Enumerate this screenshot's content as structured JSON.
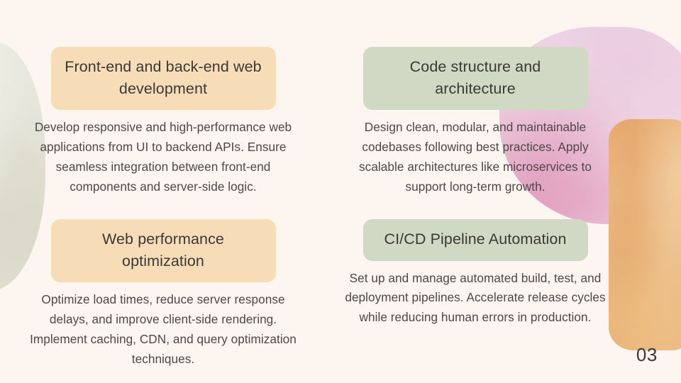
{
  "slide": {
    "page_number": "03",
    "background_color": "#fdf6f0",
    "title_text_color": "#3b3936",
    "body_text_color": "#4b4845"
  },
  "decorations": [
    {
      "name": "leaf-shape-left",
      "color": "#dfe0d2",
      "position": "left-edge-middle"
    },
    {
      "name": "pink-wash-right",
      "color": "#ecc9e0",
      "position": "right-edge-top"
    },
    {
      "name": "orange-bar-right",
      "color": "#eab87d",
      "position": "right-edge-bottom"
    }
  ],
  "cards": [
    {
      "id": "front-end-back-end-web-development",
      "accent": "orange",
      "accent_color": "#f7dcb8",
      "title": "Front-end and back-end web development",
      "body": "Develop responsive and high-performance web applications from UI to backend APIs. Ensure seamless integration between front-end components and server-side logic."
    },
    {
      "id": "code-structure-and-architecture",
      "accent": "green",
      "accent_color": "#cfd9c4",
      "title": "Code structure and architecture",
      "body": "Design clean, modular, and maintainable codebases following best practices. Apply scalable architectures like microservices to support long-term growth."
    },
    {
      "id": "web-performance-optimization",
      "accent": "orange",
      "accent_color": "#f7dcb8",
      "title": "Web performance optimization",
      "body": "Optimize load times, reduce server response delays, and improve client-side rendering. Implement caching, CDN, and query optimization techniques."
    },
    {
      "id": "ci-cd-pipeline-automation",
      "accent": "green",
      "accent_color": "#cfd9c4",
      "title": "CI/CD Pipeline Automation",
      "body": "Set up and manage automated build, test, and deployment pipelines. Accelerate release cycles while reducing human errors in production."
    }
  ]
}
